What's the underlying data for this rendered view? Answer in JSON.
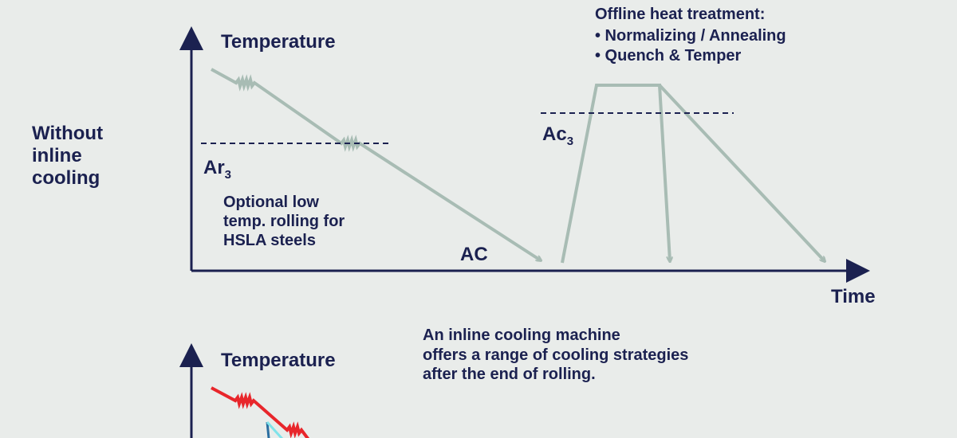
{
  "row_label": [
    "Without",
    "inline",
    "cooling"
  ],
  "top_chart": {
    "y_axis_label": "Temperature",
    "x_axis_label": "Time",
    "ar3_label": "Ar",
    "ar3_sub": "3",
    "ac3_label": "Ac",
    "ac3_sub": "3",
    "ac_label": "AC",
    "note_lines": [
      "Optional low",
      "temp. rolling for",
      "HSLA steels"
    ],
    "offline_title": "Offline heat treatment:",
    "offline_items": [
      "• Normalizing / Annealing",
      "• Quench & Temper"
    ]
  },
  "bottom_chart": {
    "y_axis_label": "Temperature",
    "caption_lines": [
      "An inline cooling machine",
      "offers a range of cooling strategies",
      "after the end of rolling."
    ]
  },
  "colors": {
    "axis": "#1b2150",
    "curve": "#a8bcb4",
    "hot": "#e8262b",
    "cool": "#7fe3ea"
  }
}
